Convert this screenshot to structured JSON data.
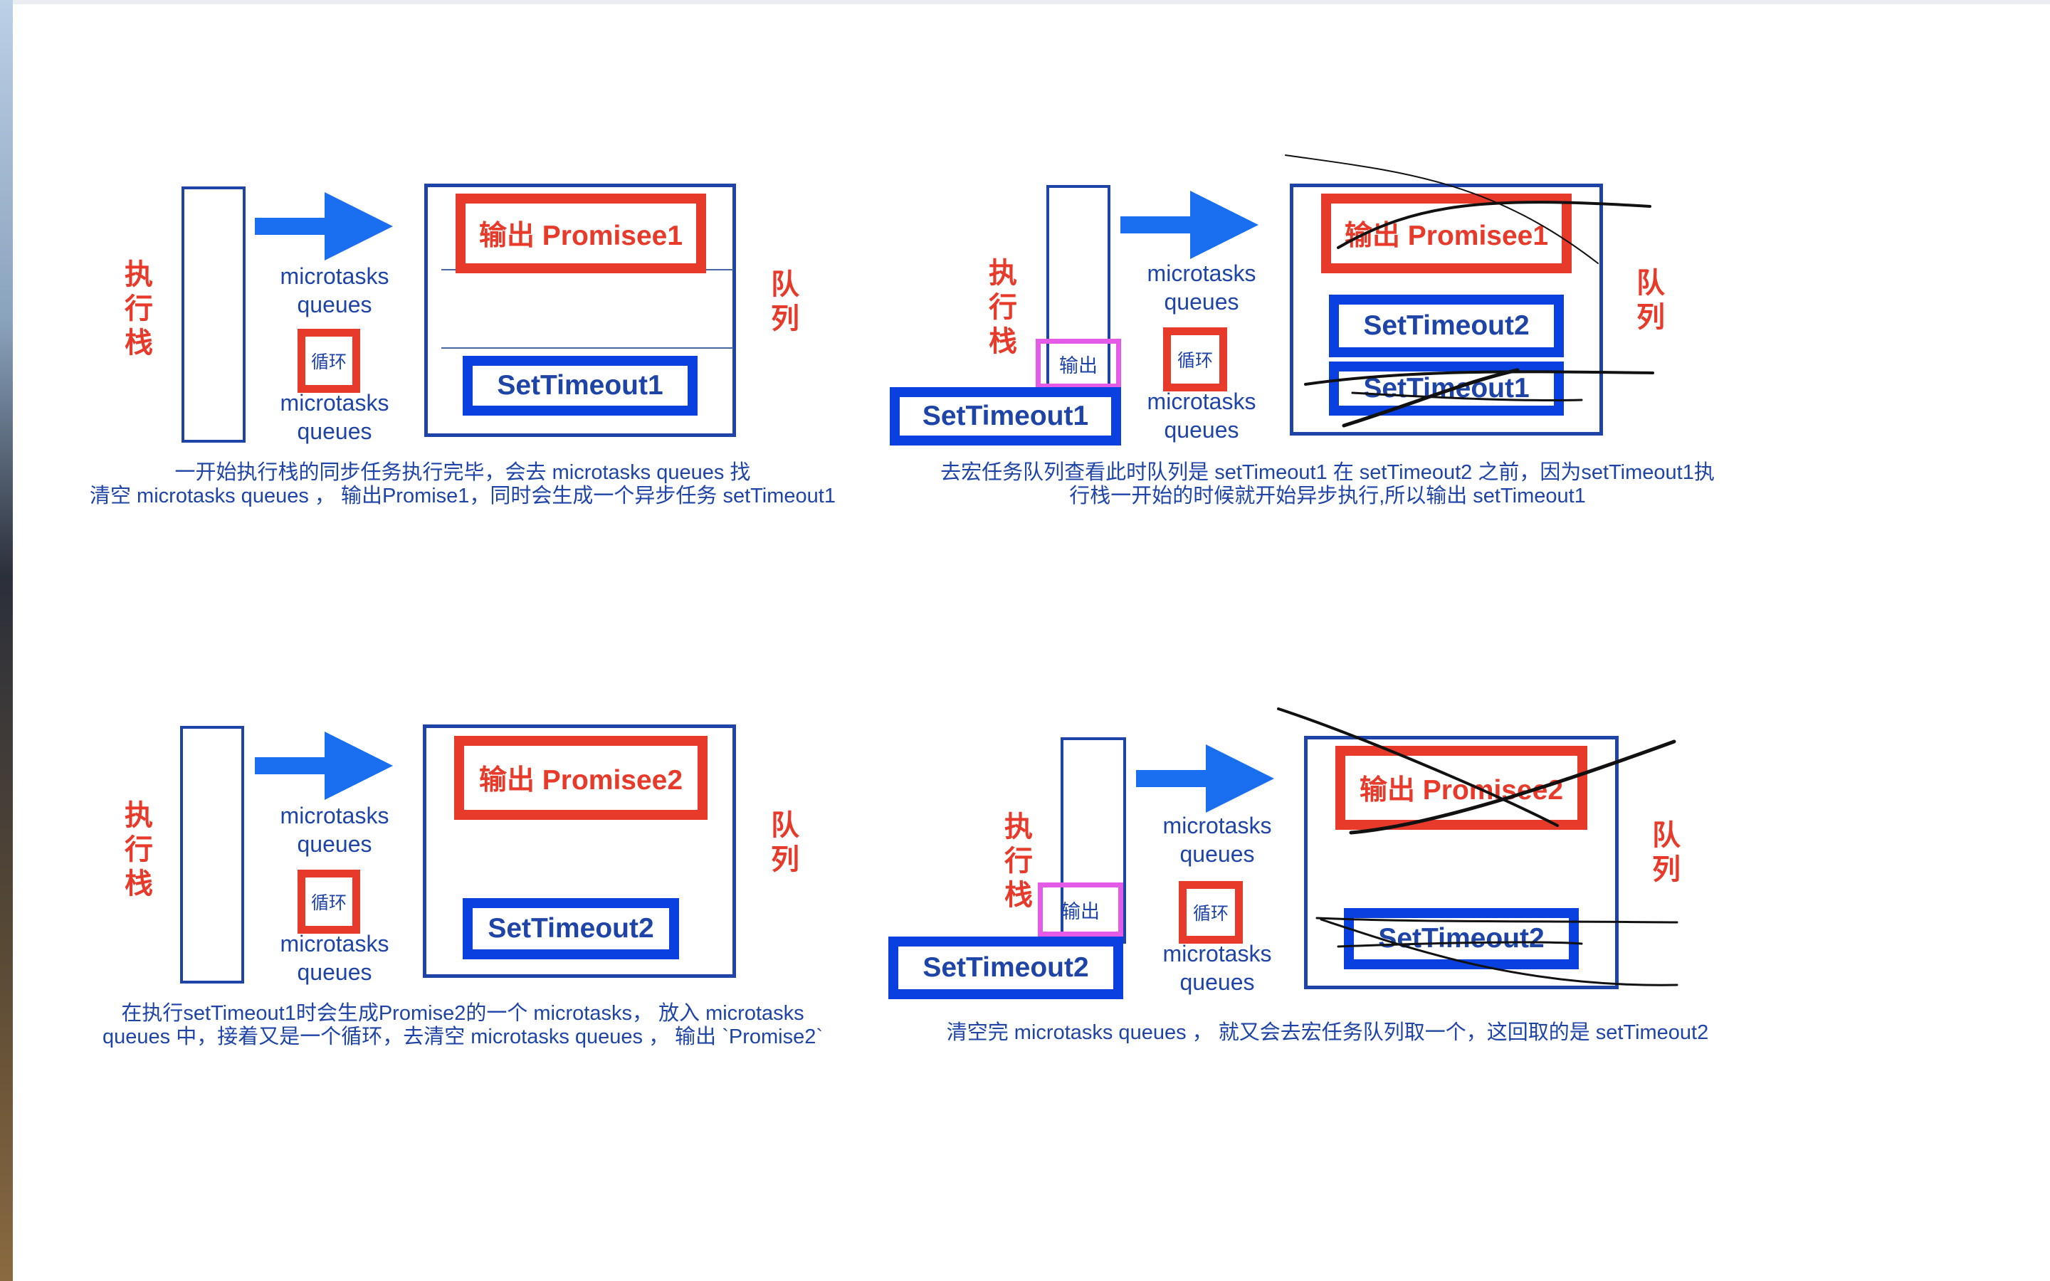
{
  "panels": [
    {
      "stack_label": "执\n行\n栈",
      "queue_label": "队\n列",
      "mq_top": "microtasks\nqueues",
      "mq_bottom": "microtasks\nqueues",
      "loop_label": "循环",
      "promise_label": "输出 Promisee1",
      "timeout_label": "SetTimeout1",
      "caption_line1": "一开始执行栈的同步任务执行完毕，会去 microtasks queues 找",
      "caption_line2": "清空 microtasks queues ， 输出Promise1，同时会生成一个异步任务 setTimeout1"
    },
    {
      "stack_label": "执\n行\n栈",
      "queue_label": "队\n列",
      "mq_top": "microtasks\nqueues",
      "mq_bottom": "microtasks\nqueues",
      "loop_label": "循环",
      "output_label": "输出",
      "promise_label": "输出 Promisee1",
      "timeout2_label": "SetTimeout2",
      "timeout1_label": "SetTimeout1",
      "stack_item_label": "SetTimeout1",
      "caption_line1": "去宏任务队列查看此时队列是 setTimeout1 在 setTimeout2 之前，因为setTimeout1执",
      "caption_line2": "行栈一开始的时候就开始异步执行,所以输出 setTimeout1"
    },
    {
      "stack_label": "执\n行\n栈",
      "queue_label": "队\n列",
      "mq_top": "microtasks\nqueues",
      "mq_bottom": "microtasks\nqueues",
      "loop_label": "循环",
      "promise_label": "输出 Promisee2",
      "timeout_label": "SetTimeout2",
      "caption_line1": "在执行setTimeout1时会生成Promise2的一个 microtasks， 放入 microtasks",
      "caption_line2": "queues 中，接着又是一个循环，去清空 microtasks queues ， 输出 `Promise2`"
    },
    {
      "stack_label": "执\n行\n栈",
      "queue_label": "队\n列",
      "mq_top": "microtasks\nqueues",
      "mq_bottom": "microtasks\nqueues",
      "loop_label": "循环",
      "output_label": "输出",
      "promise_label": "输出 Promisee2",
      "timeout_label": "SetTimeout2",
      "stack_item_label": "SetTimeout2",
      "caption_line1": "清空完 microtasks queues ， 就又会去宏任务队列取一个，这回取的是 setTimeout2"
    }
  ],
  "colors": {
    "red": "#e83a2a",
    "blue_border": "#0a3fe0",
    "blue_text": "#1f44a8",
    "arrow": "#1a6ef0",
    "magenta": "#e45be8",
    "ink": "#111111"
  },
  "icons": {
    "arrow": "right-arrow-icon"
  }
}
